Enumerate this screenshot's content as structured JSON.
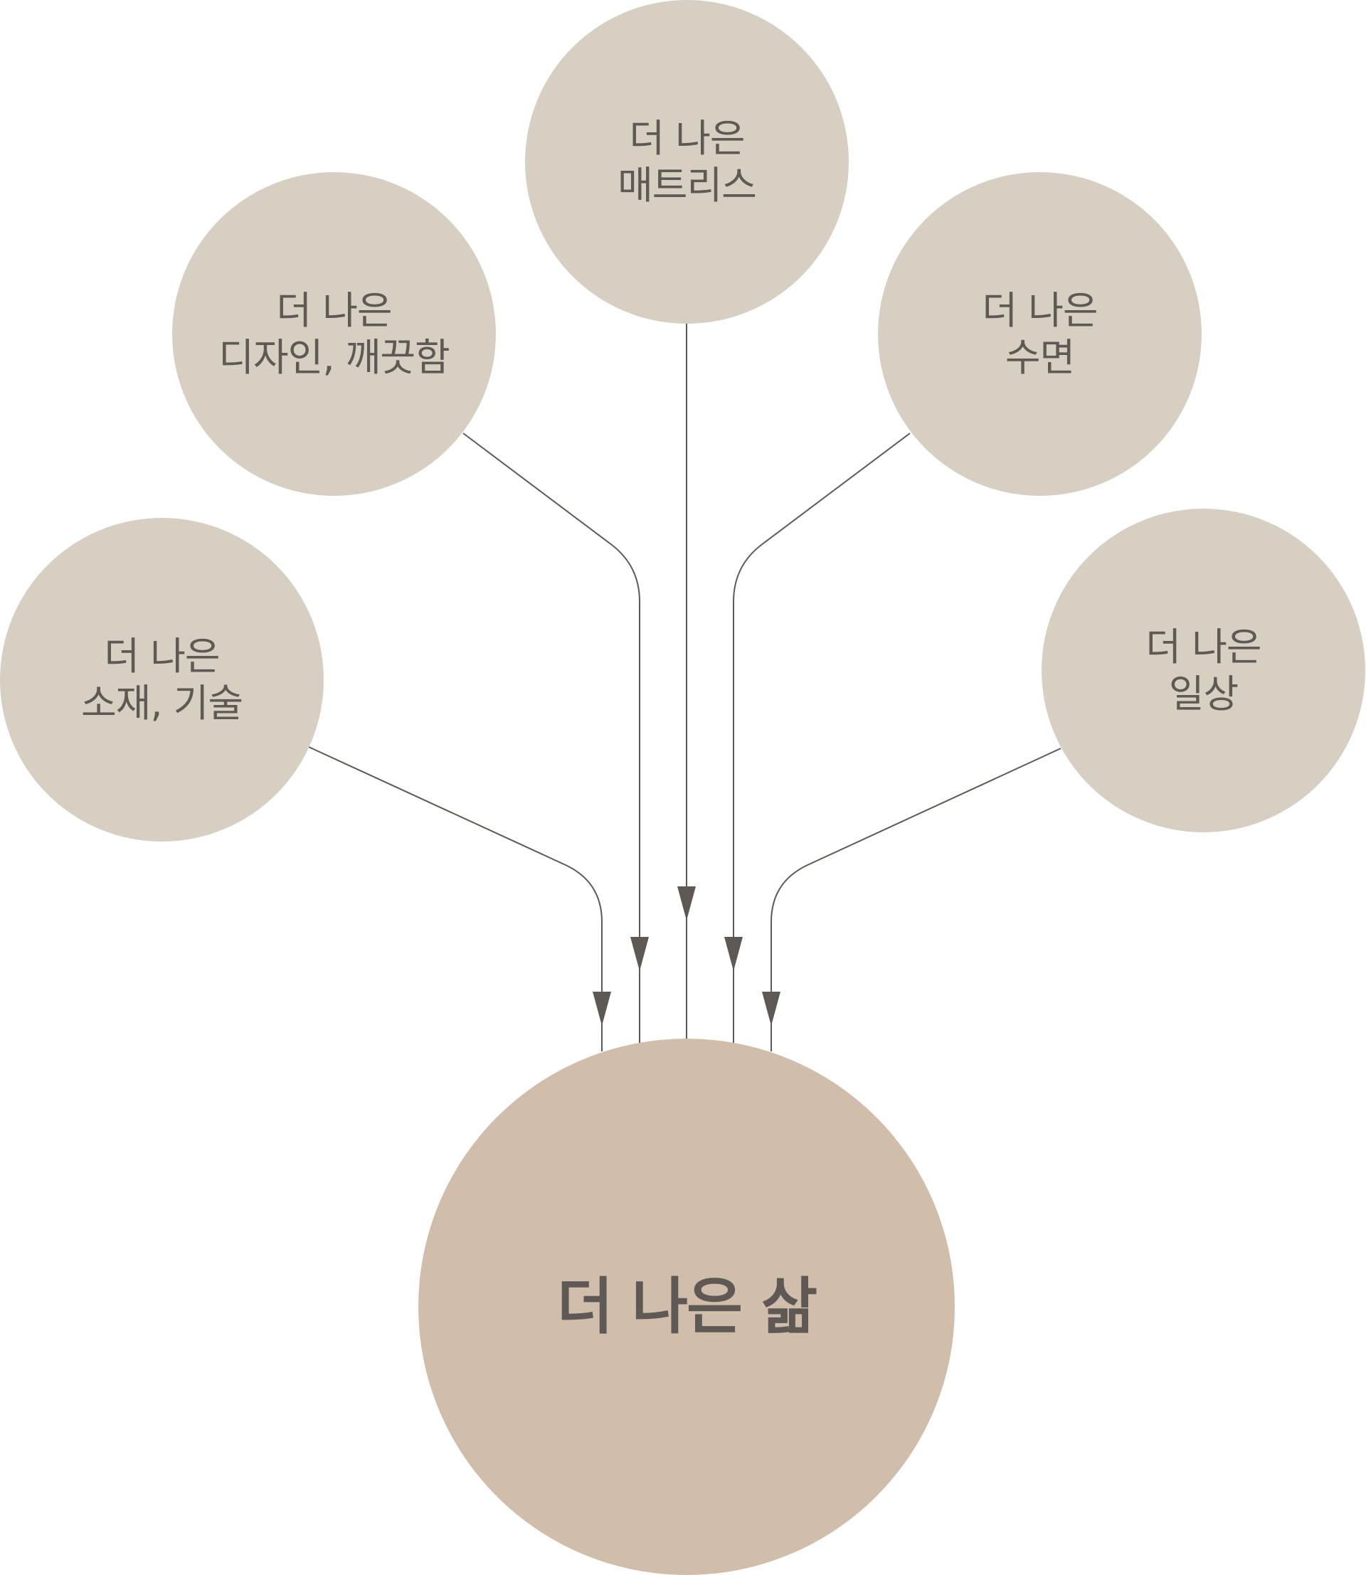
{
  "colors": {
    "outer_node_fill": "#d8cfc3",
    "center_node_fill": "#d0bdaa",
    "text": "#5f5955",
    "connector": "#5f5955"
  },
  "nodes": {
    "materials": {
      "line1": "더 나은",
      "line2": "소재, 기술"
    },
    "design": {
      "line1": "더 나은",
      "line2": "디자인, 깨끗함"
    },
    "mattress": {
      "line1": "더 나은",
      "line2": "매트리스"
    },
    "sleep": {
      "line1": "더 나은",
      "line2": "수면"
    },
    "daily": {
      "line1": "더 나은",
      "line2": "일상"
    },
    "life": {
      "label": "더 나은 삶"
    }
  },
  "edges": [
    {
      "from": "materials",
      "to": "life"
    },
    {
      "from": "design",
      "to": "life"
    },
    {
      "from": "mattress",
      "to": "life"
    },
    {
      "from": "sleep",
      "to": "life"
    },
    {
      "from": "daily",
      "to": "life"
    }
  ]
}
